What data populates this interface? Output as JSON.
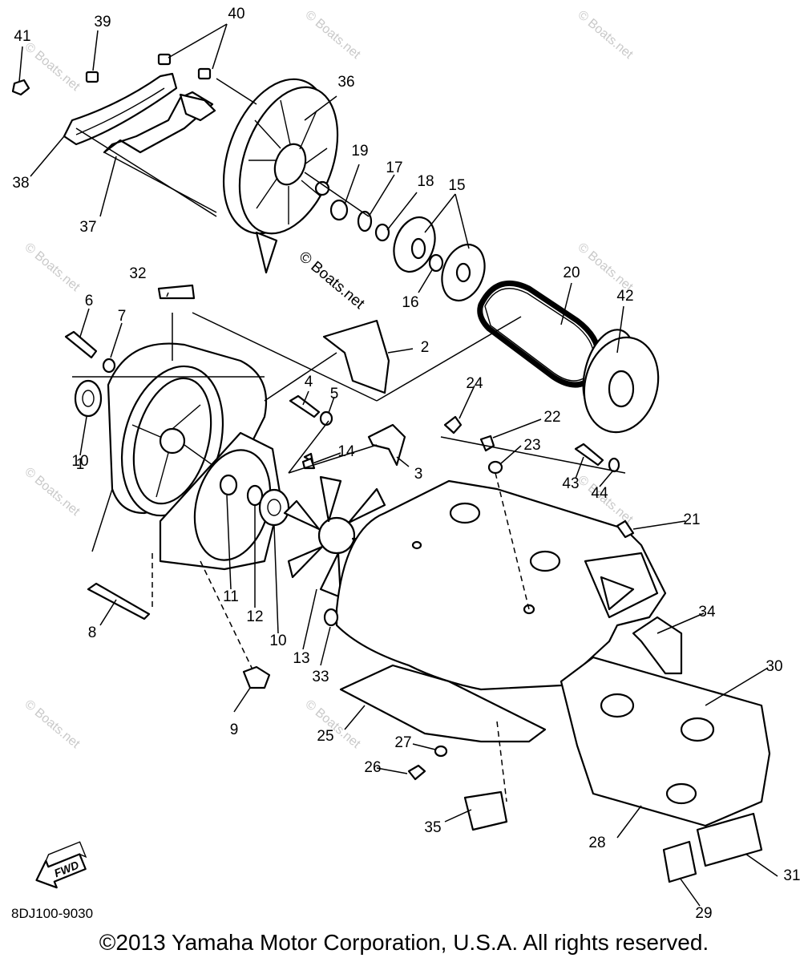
{
  "diagram": {
    "watermark_text": "© Boats.net",
    "center_watermark_text": "© Boats.net",
    "direction_label": "FWD",
    "drawing_code": "8DJ100-9030",
    "copyright": "©2013 Yamaha Motor Corporation, U.S.A. All rights reserved.",
    "callouts": [
      "1",
      "2",
      "3",
      "4",
      "5",
      "6",
      "7",
      "8",
      "9",
      "10",
      "10",
      "11",
      "12",
      "13",
      "14",
      "15",
      "16",
      "17",
      "18",
      "19",
      "20",
      "21",
      "22",
      "23",
      "24",
      "25",
      "26",
      "27",
      "28",
      "29",
      "30",
      "31",
      "32",
      "33",
      "34",
      "35",
      "36",
      "37",
      "38",
      "39",
      "40",
      "41",
      "42",
      "43",
      "44"
    ]
  },
  "colors": {
    "line": "#000000",
    "background": "#ffffff",
    "watermark": "#c9c9c9"
  }
}
